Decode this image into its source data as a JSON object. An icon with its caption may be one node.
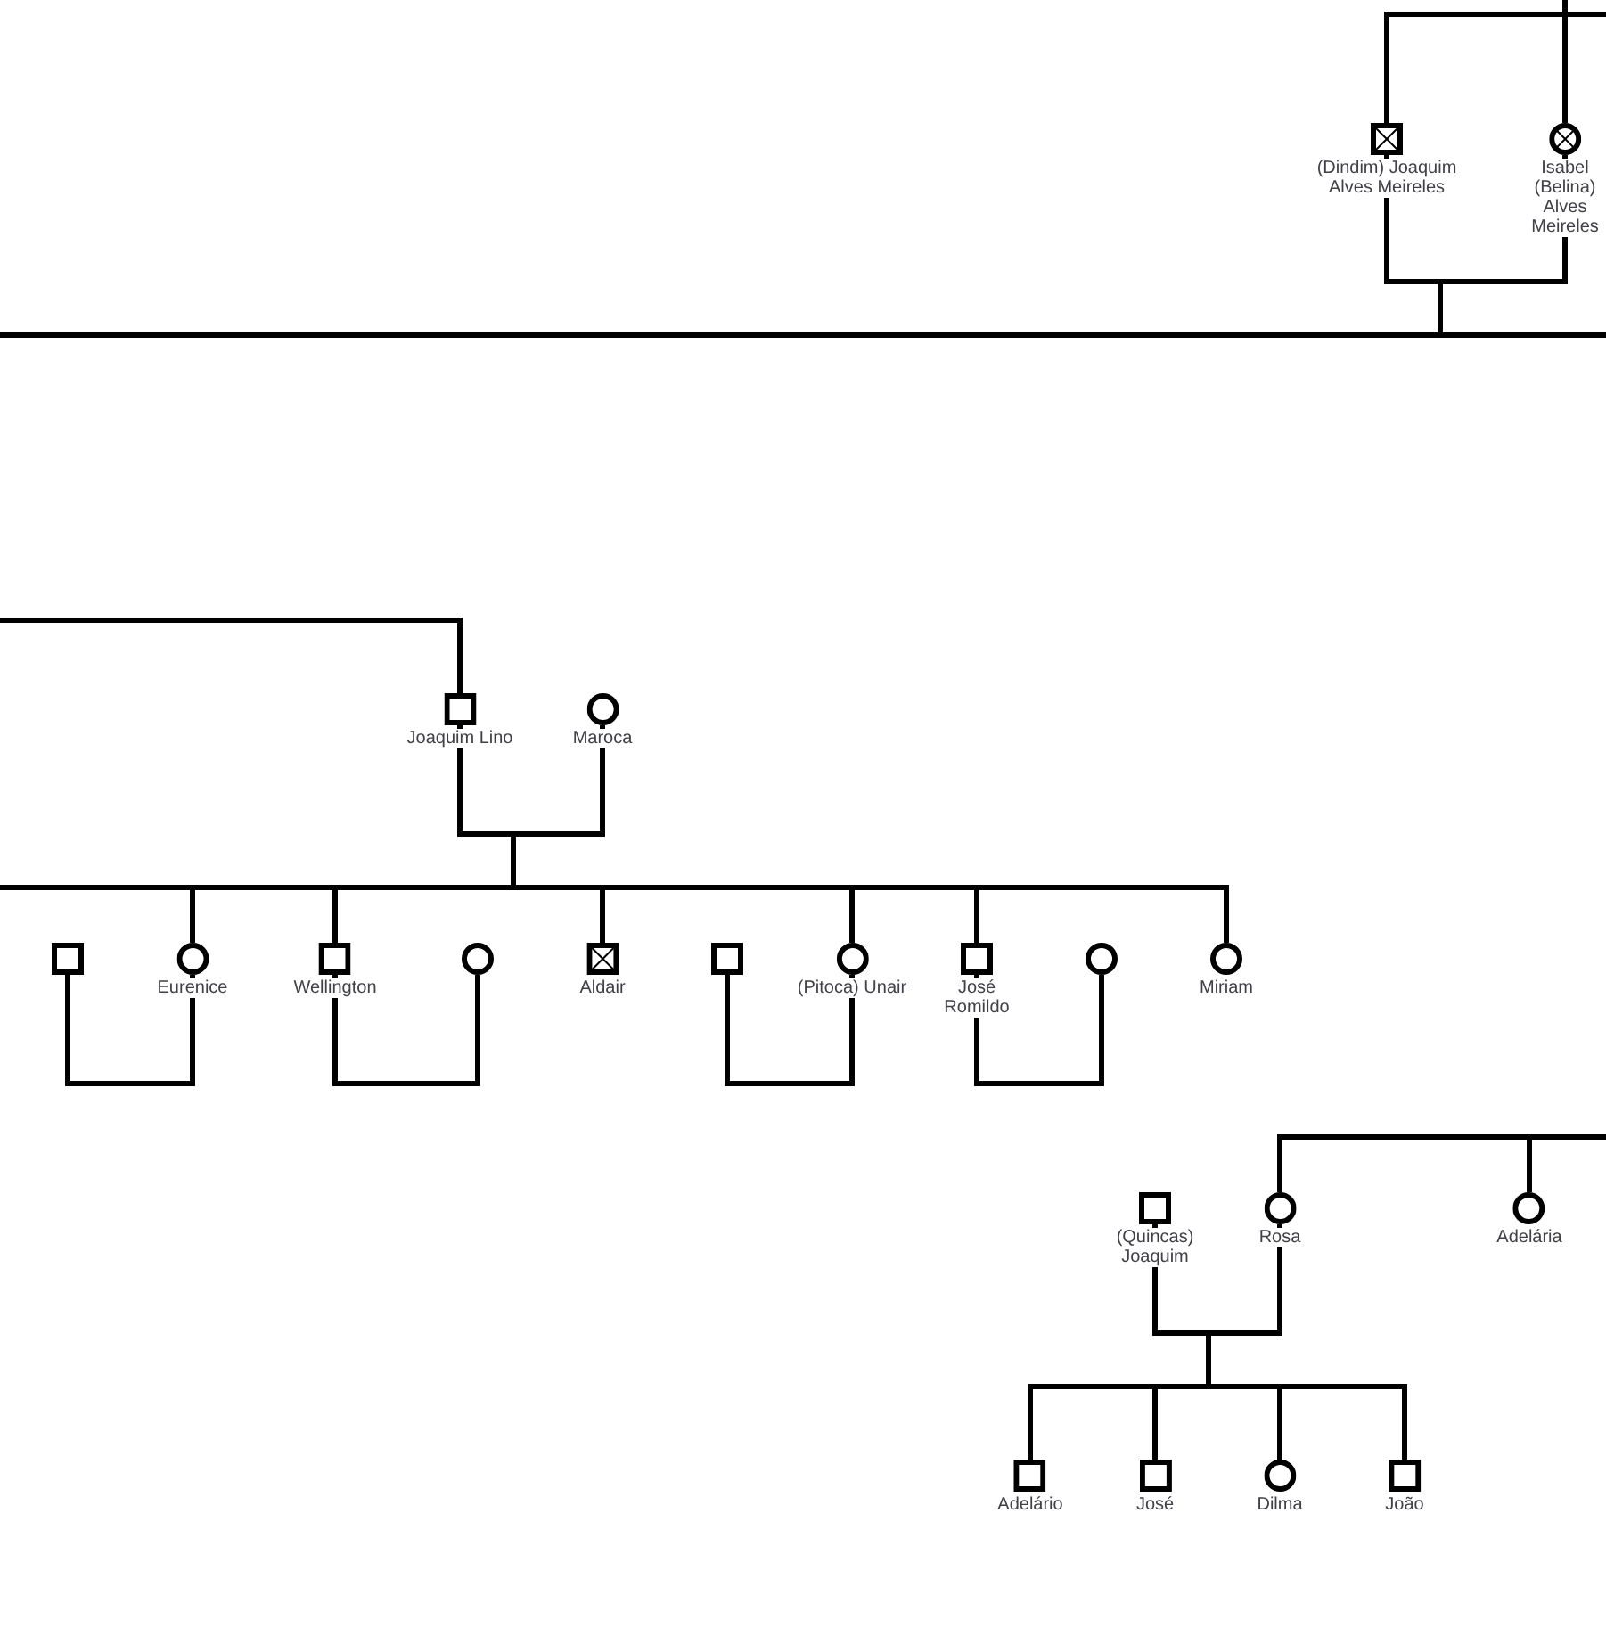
{
  "diagram": {
    "nodes": [
      {
        "text": [],
        "shape": "crossed-box",
        "beside": [
          "(Dindim) Joaquim Alves Meireles"
        ]
      },
      {
        "text": [],
        "shape": "crossed-circle",
        "beside": [
          "Isabel (Belina) Alves Meireles"
        ]
      },
      {
        "text": [],
        "shape": "box",
        "beside": [
          "Joaquim Lino"
        ]
      },
      {
        "text": [],
        "shape": "circle",
        "beside": [
          "Maroca"
        ]
      },
      {
        "text": [],
        "shape": "box"
      },
      {
        "text": [],
        "shape": "circle",
        "beside": [
          "Eurenice"
        ]
      },
      {
        "text": [],
        "shape": "box",
        "beside": [
          "Wellington"
        ]
      },
      {
        "text": [],
        "shape": "circle"
      },
      {
        "text": [],
        "shape": "crossed-box",
        "beside": [
          "Aldair"
        ]
      },
      {
        "text": [],
        "shape": "box"
      },
      {
        "text": [],
        "shape": "circle",
        "beside": [
          "(Pitoca) Unair"
        ]
      },
      {
        "text": [],
        "shape": "box",
        "beside": [
          "José Romildo"
        ]
      },
      {
        "text": [],
        "shape": "circle"
      },
      {
        "text": [],
        "shape": "circle",
        "beside": [
          "Miriam"
        ]
      },
      {
        "text": [],
        "shape": "box",
        "beside": [
          "(Quincas) Joaquim"
        ]
      },
      {
        "text": [],
        "shape": "circle",
        "beside": [
          "Rosa"
        ]
      },
      {
        "text": [],
        "shape": "circle",
        "beside": [
          "Adelária"
        ]
      },
      {
        "text": [],
        "shape": "box",
        "beside": [
          "Adelário"
        ]
      },
      {
        "text": [],
        "shape": "box",
        "beside": [
          "José"
        ]
      },
      {
        "text": [],
        "shape": "circle",
        "beside": [
          "Dilma"
        ]
      },
      {
        "text": [],
        "shape": "box",
        "beside": [
          "João"
        ]
      }
    ],
    "edges": [
      {
        "from": null,
        "to": 0,
        "arrow": "none"
      },
      {
        "from": null,
        "to": 1,
        "arrow": "none"
      },
      {
        "from": 0,
        "to": 1,
        "arrow": "none"
      },
      {
        "from": 0,
        "to": null,
        "arrow": "none"
      },
      {
        "from": 1,
        "to": null,
        "arrow": "none"
      },
      {
        "from": null,
        "to": 2,
        "arrow": "none"
      },
      {
        "from": 2,
        "to": 3,
        "arrow": "none"
      },
      {
        "from": 2,
        "to": null,
        "arrow": "none"
      },
      {
        "from": 3,
        "to": null,
        "arrow": "none"
      },
      {
        "from": 2,
        "to": 5,
        "arrow": "none"
      },
      {
        "from": 3,
        "to": 5,
        "arrow": "none"
      },
      {
        "from": 2,
        "to": 6,
        "arrow": "none"
      },
      {
        "from": 3,
        "to": 6,
        "arrow": "none"
      },
      {
        "from": 2,
        "to": 8,
        "arrow": "none"
      },
      {
        "from": 3,
        "to": 8,
        "arrow": "none"
      },
      {
        "from": 2,
        "to": 10,
        "arrow": "none"
      },
      {
        "from": 3,
        "to": 10,
        "arrow": "none"
      },
      {
        "from": 2,
        "to": 11,
        "arrow": "none"
      },
      {
        "from": 3,
        "to": 11,
        "arrow": "none"
      },
      {
        "from": 2,
        "to": 13,
        "arrow": "none"
      },
      {
        "from": 3,
        "to": 13,
        "arrow": "none"
      },
      {
        "from": 4,
        "to": 5,
        "arrow": "none"
      },
      {
        "from": 6,
        "to": 7,
        "arrow": "none"
      },
      {
        "from": 9,
        "to": 10,
        "arrow": "none"
      },
      {
        "from": 11,
        "to": 12,
        "arrow": "none"
      },
      {
        "from": null,
        "to": 15,
        "arrow": "none"
      },
      {
        "from": null,
        "to": 16,
        "arrow": "none"
      },
      {
        "from": 14,
        "to": 15,
        "arrow": "none"
      },
      {
        "from": 14,
        "to": 17,
        "arrow": "none"
      },
      {
        "from": 15,
        "to": 17,
        "arrow": "none"
      },
      {
        "from": 14,
        "to": 18,
        "arrow": "none"
      },
      {
        "from": 15,
        "to": 18,
        "arrow": "none"
      },
      {
        "from": 14,
        "to": 19,
        "arrow": "none"
      },
      {
        "from": 15,
        "to": 19,
        "arrow": "none"
      },
      {
        "from": 14,
        "to": 20,
        "arrow": "none"
      },
      {
        "from": 15,
        "to": 20,
        "arrow": "none"
      }
    ]
  }
}
